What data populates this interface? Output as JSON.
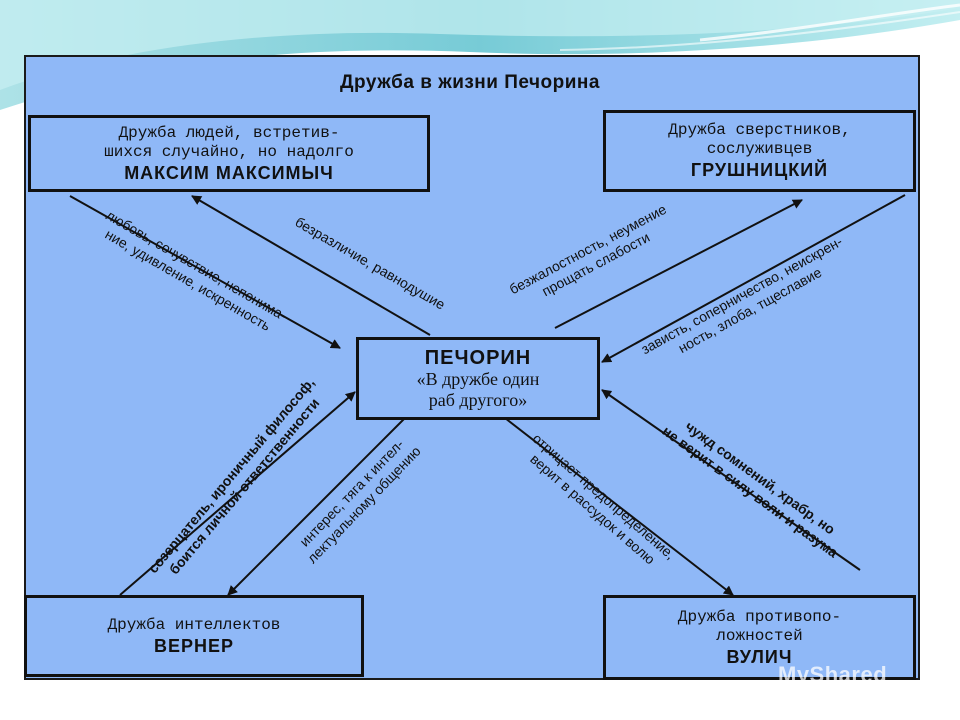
{
  "title": "Дружба в жизни Печорина",
  "center": {
    "name": "ПЕЧОРИН",
    "line1": "«В дружбе один",
    "line2": "раб другого»"
  },
  "boxes": {
    "top_left": {
      "line1": "Дружба людей, встретив-",
      "line2": "шихся случайно, но надолго",
      "name": "МАКСИМ МАКСИМЫЧ"
    },
    "top_right": {
      "line1": "Дружба сверстников,",
      "line2": "сослуживцев",
      "name": "ГРУШНИЦКИЙ"
    },
    "bottom_left": {
      "line1": "Дружба интеллектов",
      "name": "ВЕРНЕР"
    },
    "bottom_right": {
      "line1": "Дружба противопо-",
      "line2": "ложностей",
      "name": "ВУЛИЧ"
    }
  },
  "edges": {
    "tl_outer": {
      "line1": "любовь, сочувствие, непонима-",
      "line2": "ние, удивление, искренность"
    },
    "tl_inner": {
      "line1": "безразличие, равнодушие"
    },
    "tr_inner": {
      "line1": "безжалостность, неумение",
      "line2": "прощать слабости"
    },
    "tr_outer": {
      "line1": "зависть, соперничество, неискрен-",
      "line2": "ность, злоба, тщеславие"
    },
    "bl_outer": {
      "line1": "созерцатель, ироничный философ,",
      "line2": "боится личной ответственности"
    },
    "bl_inner": {
      "line1": "интерес, тяга к интел-",
      "line2": "лектуальному общению"
    },
    "br_inner": {
      "line1": "отрицает предопределение,",
      "line2": "верит в рассудок и волю"
    },
    "br_outer": {
      "line1": "чужд сомнений, храбр, но",
      "line2": "не верит в силу воли и разума"
    }
  },
  "watermark": "MyShared",
  "colors": {
    "panel": "#8fb8f7",
    "ink": "#111111",
    "slide_wave": "#7ccfd8"
  }
}
